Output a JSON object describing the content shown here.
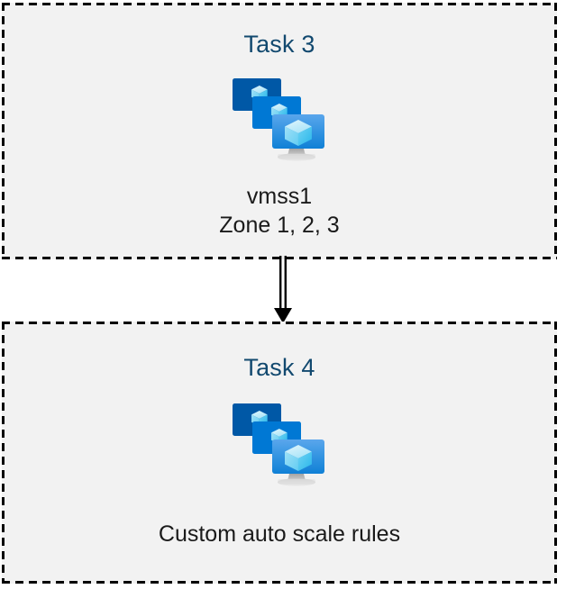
{
  "diagram": {
    "background_color": "#ffffff",
    "box_fill_color": "#f2f2f2",
    "box_border_color": "#000000",
    "title_color": "#12496f",
    "caption_color": "#1a1a1a",
    "connector": {
      "type": "double-line-arrow",
      "direction": "down",
      "color": "#000000",
      "from": "Task 3",
      "to": "Task 4"
    },
    "boxes": [
      {
        "id": "task3",
        "title": "Task 3",
        "icon": "vm-scale-set-icon",
        "caption_lines": [
          "vmss1",
          "Zone 1, 2, 3"
        ]
      },
      {
        "id": "task4",
        "title": "Task 4",
        "icon": "vm-scale-set-icon",
        "caption_lines": [
          "Custom auto scale rules"
        ]
      }
    ]
  },
  "icon_palette": {
    "monitor_back": "#0058a6",
    "monitor_mid": "#0078d4",
    "monitor_front_top": "#55a2ea",
    "monitor_front_bottom": "#1784d8",
    "cube_light": "#c3ecfb",
    "cube_mid": "#86dcf7",
    "cube_dark": "#3fc3f0",
    "stand_top": "#9e9e9e",
    "stand_base": "#d6d6d6"
  }
}
